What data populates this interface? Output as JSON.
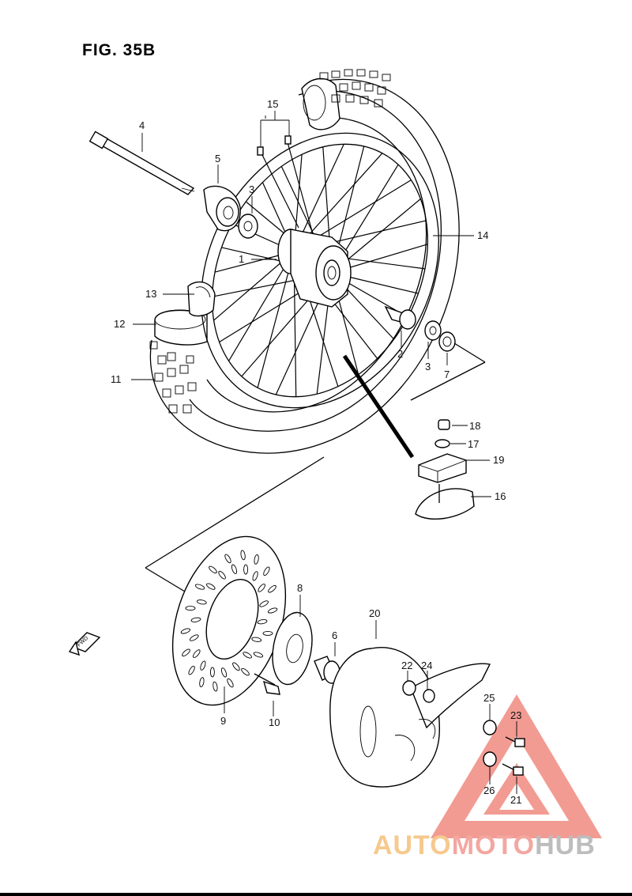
{
  "figure": {
    "title": "FIG. 35B"
  },
  "callouts": [
    {
      "id": "c1",
      "text": "1"
    },
    {
      "id": "c2",
      "text": "2"
    },
    {
      "id": "c3a",
      "text": "3"
    },
    {
      "id": "c3b",
      "text": "3"
    },
    {
      "id": "c4",
      "text": "4"
    },
    {
      "id": "c5",
      "text": "5"
    },
    {
      "id": "c6",
      "text": "6"
    },
    {
      "id": "c7",
      "text": "7"
    },
    {
      "id": "c8",
      "text": "8"
    },
    {
      "id": "c9",
      "text": "9"
    },
    {
      "id": "c10",
      "text": "10"
    },
    {
      "id": "c11",
      "text": "11"
    },
    {
      "id": "c12",
      "text": "12"
    },
    {
      "id": "c13",
      "text": "13"
    },
    {
      "id": "c14",
      "text": "14"
    },
    {
      "id": "c15",
      "text": "15"
    },
    {
      "id": "c16",
      "text": "16"
    },
    {
      "id": "c17",
      "text": "17"
    },
    {
      "id": "c18",
      "text": "18"
    },
    {
      "id": "c19",
      "text": "19"
    },
    {
      "id": "c20",
      "text": "20"
    },
    {
      "id": "c21",
      "text": "21"
    },
    {
      "id": "c22",
      "text": "22"
    },
    {
      "id": "c23",
      "text": "23"
    },
    {
      "id": "c24",
      "text": "24"
    },
    {
      "id": "c25",
      "text": "25"
    },
    {
      "id": "c26",
      "text": "26"
    }
  ],
  "fwd_marker": "FWD",
  "watermark": {
    "part1": "AUTO",
    "part2": "MOTO",
    "part3": "HUB",
    "colors": {
      "auto": "#f6c98e",
      "moto": "#f3a7a0",
      "hub": "#bdbdbd",
      "triangle": "#f08a80"
    }
  }
}
